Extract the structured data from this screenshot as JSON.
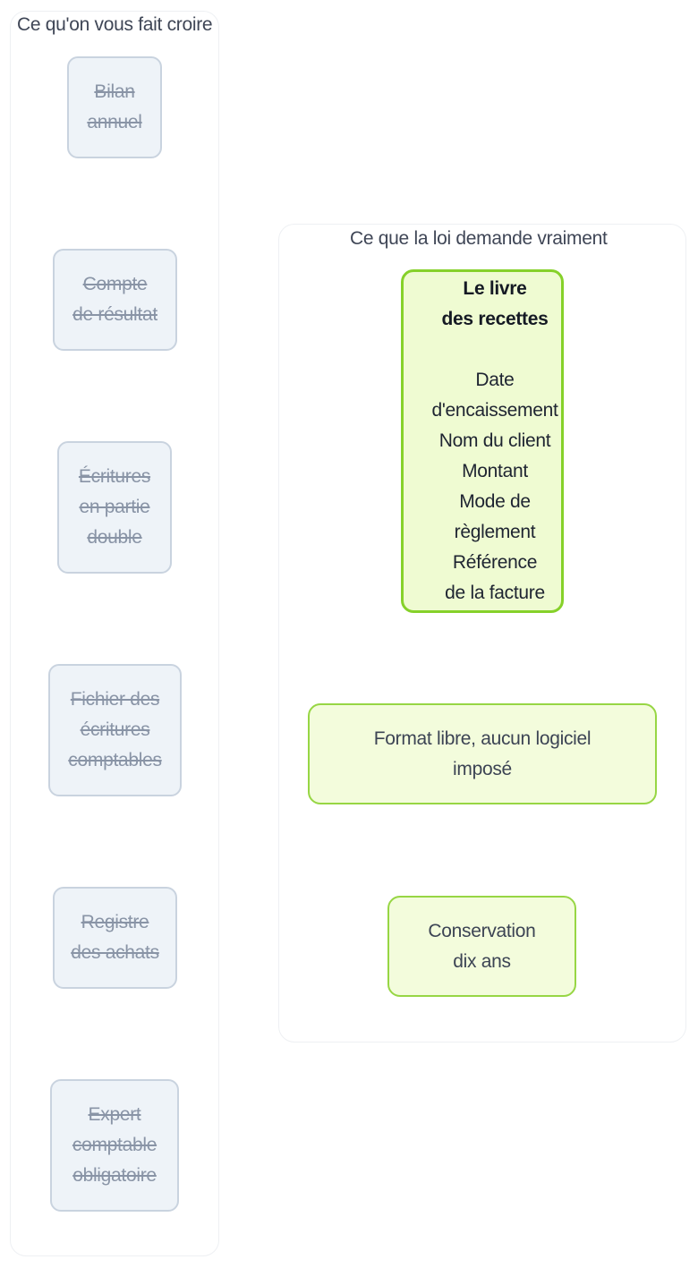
{
  "myths": {
    "title": "Ce qu'on vous fait croire",
    "items": [
      "Bilan\nannuel",
      "Compte\nde résultat",
      "Écritures\nen partie\ndouble",
      "Fichier des\nécritures\ncomptables",
      "Registre\ndes achats",
      "Expert\ncomptable\nobligatoire"
    ]
  },
  "law": {
    "title": "Ce que la loi demande vraiment",
    "main_fact": {
      "heading": "Le livre\ndes recettes",
      "details": "Date\nd'encaissement\nNom du client\nMontant\nMode de\nrèglement\nRéférence\nde la facture"
    },
    "format": "Format libre, aucun logiciel\nimposé",
    "retention": "Conservation\ndix ans"
  },
  "colors": {
    "myth_border": "#c9d3df",
    "myth_fill": "#eef3f8",
    "myth_text": "#8994a6",
    "fact_border": "#86d12a",
    "fact_fill": "#f3fcdc"
  }
}
